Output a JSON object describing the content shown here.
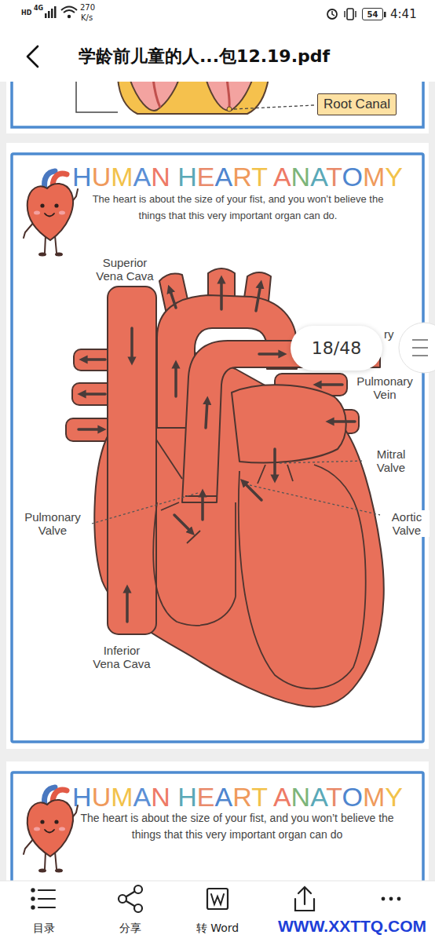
{
  "diagram": {
    "title": "HUMAN HEART ANATOMY",
    "nodes": [
      {
        "text": [
          "54"
        ]
      },
      {
        "text": [
          "Root Canal"
        ]
      },
      {
        "text": [
          "18/48"
        ]
      }
    ],
    "labels": [
      "HD",
      "4G",
      "270",
      "K/s",
      "4:41",
      "学龄前儿童的人...包12.19.pdf",
      "The heart is about the size of your fist, and you won’t believe the things that this very important organ can do.",
      "Superior Vena Cava",
      "ry",
      "Pulmonary Vein",
      "Mitral Valve",
      "Pulmonary Valve",
      "Aortic Valve",
      "Inferior Vena Cava",
      "HUMAN HEART ANATOMY",
      "The heart is about the size of your fist, and you won’t believe the things that this very important organ can do",
      "目录",
      "分享",
      "转 Word",
      "WWW.XXTTQ.COM"
    ]
  }
}
